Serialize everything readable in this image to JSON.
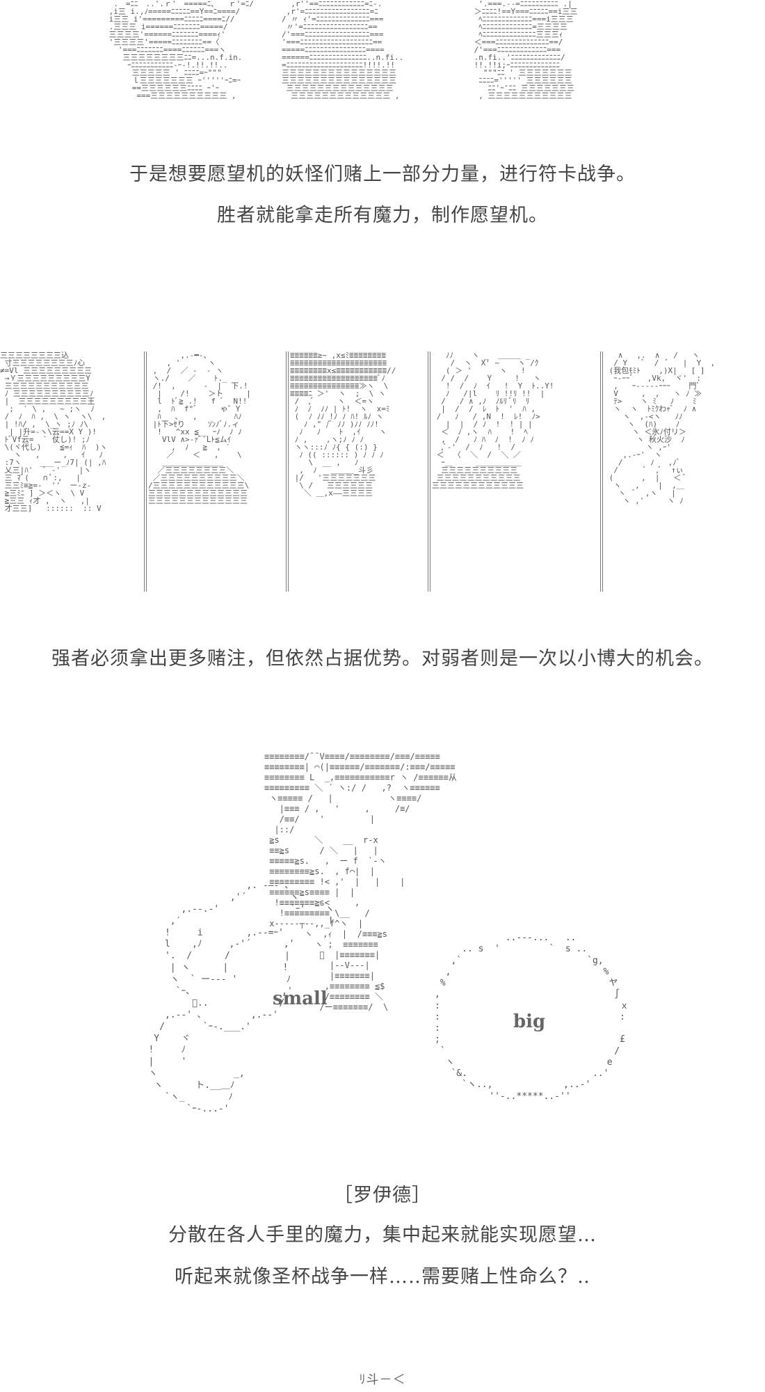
{
  "captions": {
    "line1": "于是想要愿望机的妖怪们赌上一部分力量，进行符卡战争。",
    "line2": "胜者就能拿走所有魔力，制作愿望机。",
    "line3": "强者必须拿出更多赌注，但依然占据优势。对弱者则是一次以小博大的机会。",
    "speaker": "［罗伊德］",
    "line4": "分散在各人手里的魔力，集中起来就能实现愿望…",
    "line5": "听起来就像圣杯战争一样…‥需要赌上性命么？‥"
  },
  "labels": {
    "small": "small",
    "big": "big"
  },
  "footer": {
    "text": "ﾘ斗－＜"
  },
  "ascii": {
    "top_left": "  .｀=ﾆﾆ｀..'.ｒ'￣=====ﾆ､   ｒ'=ﾆ/\n ,i三 i.,ﾉ=====ﾆﾆﾆﾆﾆ==Y==ﾆ====/\n i三三 i'=========ﾆﾆﾆﾆﾆ====ﾆ//\n .三三三 i======ﾆﾆﾆﾆﾆﾆﾆ=====/\n 三三三三'======ﾆﾆﾆﾆﾆﾆﾆ====ｨ'\n '三三三三'=====ﾆﾆﾆﾆﾆﾆﾆﾆ==〈\n   '===ﾆﾆﾆﾆﾆﾆﾆ====ﾆﾆﾆﾆﾆﾆ===ヽ\n    三三三三三三三三ﾆﾆ=...n.f.in.\n     ｰﾆﾆﾆﾆﾆﾆﾆﾆﾆﾆﾆ-ｰ-!.!!.!!..\n      三三三三三 ' ﾆﾆﾆﾆ=ｰ\"\"\"\n      ｌ三三三三三三三 ｰ'''''ｰﾆ=ｰ\n      ==三三三三三三ﾆﾆﾆﾆ ｰ'ｰ\n       ===三三三三三三三三三三 ,",
    "top_mid": "  ,r''==ﾆﾆﾆﾆﾆﾆﾆﾆﾆﾆﾆﾆ=ﾆ-.\n ,r'=ﾆﾆﾆﾆﾆﾆﾆﾆﾆﾆﾆﾆﾆﾆﾆﾆﾆ=ﾆ\n/ 〃 ｨ'=ﾆﾆﾆﾆﾆﾆﾆﾆﾆﾆﾆﾆﾆﾆ===\n 〃'=ﾆﾆﾆﾆﾆﾆﾆﾆﾆﾆﾆﾆﾆﾆﾆﾆﾆ==\n/'===ﾆﾆﾆﾆﾆﾆﾆﾆﾆﾆﾆﾆﾆﾆﾆﾆﾆ===\n'===ﾆﾆﾆﾆﾆﾆﾆﾆﾆﾆﾆﾆﾆﾆﾆﾆﾆﾆﾆ==\n=====ﾆﾆﾆﾆﾆﾆﾆﾆﾆﾆﾆﾆﾆﾆﾆﾆ====\n======ﾆﾆﾆﾆﾆﾆﾆﾆﾆﾆﾆﾆﾆﾆﾆ..n.fi..\n=ﾆﾆﾆﾆﾆﾆﾆﾆﾆﾆﾆﾆﾆﾆﾆﾆﾆﾆﾆﾆ!!!!.!!\n三三三三三三三三三三三三三三三\n三三三三三三三三三三三三三三三\n 三三三三三三三三三三三三三三\n  三三三三三三三三三三三三三 ,",
    "top_right": "  '.===.--=ﾆﾆﾆﾆﾆﾆﾆﾆﾆﾆ .|\n ＞ﾆﾆﾆﾆ!==Y===ﾆﾆﾆﾆﾆ==i三三\n  ﾍﾆﾆﾆﾆﾆﾆﾆﾆﾆﾆﾆﾆﾆ===i三三三\n  ﾍﾆﾆﾆﾆﾆﾆﾆﾆﾆﾆﾆﾆﾆ=三三三三\n  ﾍﾆﾆﾆﾆﾆﾆﾆﾆﾆﾆﾆﾆﾆﾆ三三三ｨ\n ＜===ﾆﾆﾆﾆﾆﾆﾆﾆﾆﾆﾆﾆﾆﾆ==/\n /'===ﾆﾆﾆﾆﾆﾆﾆﾆﾆﾆﾆﾆﾆ===\n .n.fi..'ﾆﾆﾆﾆﾆﾆﾆﾆﾆﾆﾆﾆﾆ/\n !!.!!i;ｰﾆﾆﾆﾆﾆﾆﾆﾆﾆﾆﾆﾆﾆ\n   \"\"\"ﾆﾆ ' 三三三三三三三\n  ﾆﾆﾆﾆ=''''' 三三三三三三\n    ﾆﾆ'ｰ'ﾆﾆ 三三三三三三三\n  , 三三三三三三三三三三三",
    "panel1": "三三三三三三三三込\n 寸三三三三三三三三ﾉ心\n≠=Vl 三三三三三三三三三\n →Ｙ三三三三三三三三三Y\n 三三三三三三三三三三三\n ﾉ 三三三三三三三三三三ﾉ\n |  三三三三三三三三三王\n  ;  ′ \\ ,   ~ ;ヽ  ﾉ\n /  ﾉ  ﾊ ,  \\ ヽ  ヽ\\  ,\n | !ﾊ/ ,  \\_ヽ ;ﾉ ﾉ\\ \n  | |升=-ヽ\\云==X Y )! \n ﾄﾞVf云=  ` 仗し)! ;ﾉ \n \\(ヾ代し)    ≦=ｨ  ﾊ  )ヽ  \n   ヽ   ,     ,   ｲ   ﾉ\n :7ヽ    ___ー_ﾉ7| (| ,ﾊ\n 乂三|ﾊ'  ` -'    |ヽ \n 三 ﾏﾞ(   ∩ ﾟ:,   |\n 三三ﾐ≡≧=-  ''  ー-z-\n ≧三ﾐﾆ ] ＞＜ヽ  \\ V\n ≧三三 ｨ才 ,  ヽ   ,|\n 才三三]   ::::::  :: V",
    "panel2": "       ,.-━-、\n    , '      ヽ\n ,  /  ／ ‐  ‐ ヽ\n ヽ./    ／    ﾄ._\n /!  ,      ‐  |  下.!\n  |    /!    ＞ト     |\n  l  ﾄﾞ≧ .!   f ﾞ  N!!\n  ,  ﾊ  f°ﾞ     ゃ゛Y \n  ﾊ   ､   ,        ﾊﾉ\n |ﾄ下>ｾり     ｿﾝﾉﾞﾉ.ィ\n  !   ^xx ≦__ ｰﾉ  ﾉ ﾉ\n   VlV ∧>-ｧﾞ′Lﾄ≦ムｲ\n     ,  ﾉ   ≧  , ′ \n    ／    ＜   ,    \\\n   ＿＿＿＿＿＿＿＿  \n  ／三三三三三三三三＼\n ／三三三三三三三三三三＼\n/三三三三三三三三三三三三\\\n三三三三三三三三三三三三三\n三三三三三三三三三三三三三",
    "panel3": "≣≣≣≣≣≣≥~ ,x≤ﾐ≣≣≣≣≣≣≣≣\n≣≣≣≣≣≣≣≣≣≣≣≣≣≣≣≣≣≣≣≣≣\n≣≣≣≣≣≣≣≣x≤≣≣≣≣≣≣≣≣≣≣≣//\n≣≣≣≣≣≣≣≣≣≣≣≣≣≣≣≣≣≣≣ﾞﾉ\n≣≣≣≣≣≣≣≣≣≣≣≣≣≣≣≫ヽ  \\\n≣≣≣≣ﾆ ＞'  ヽ  ;  \\ ヽ\n /  ,ﾞ     ヽ  ＜=ヽ \n ﾉ  ﾉ  ﾉﾉ | ﾄ!  ヽ  x=ﾐ\n (  ﾉ ﾉﾉ !ﾉ ﾉ ﾊ! ﾙﾉ ヽ\n   ﾉ ,\" /ﾞ ﾉﾉ )ﾉﾉ ﾉﾉ!\n  ﾉ   ﾉ    ﾄ  ,ｲ    ヽ\n ﾉ ,    ,ヽ;ﾉ ﾉ ﾉ      \n ヽヽ:::ﾉ ﾉ{ { (:) }  \n  ﾉ (( :::::: ) ﾉ ﾉ ﾉ\n    \\  __ ,   ﾉ \n  ,  ﾉ   ＿＿＿_斗彡 \n |/   '三三三三三三三\n  \\ /   三三三三三三\n   ＼ ＿,x――三三三三",
    "panel4": "   ﾉﾉ    ヽ _  ＿＿＿ _\n    /  ヽ  X' ~    ヽ /ｸ\n   ( ＞ '      ヽ   ! \n  / /  /    Y     !   ヽ\n   !  /  ﾉ  ｲ   !  Y  ﾄ..Y!\n   ﾉ   /|l    ﾘ !!ﾘ !!  |\n  /   / ∧ ,ﾉ  ﾉﾙﾘ ﾞﾘ  ﾘ\n  |  /  /  ﾚ  ﾄ  '  ﾊ ,\n /   ﾉ   / ,N  !  ﾚ!  ﾉ>\n   |  |  / ﾉ  !  ! | |\n  ＜  ﾉ ,ヽ  ﾊ    !  ﾍ\n  ,  /   ﾉ ﾊ  ﾉ  !  ﾉ ﾉ\n  ,ﾞ-'  /  ﾉ   !  /  \n ＜  〈  ＼  /  ＼ ／\n  ｰ＿     ＿＿＿＿＿＿ \n  三三三三三三三三三三\n 三三三三三三三三三三三\n三三三三三三三三三三三三",
    "panel5": "   ∧   ,.  ∧   /   ヽ\n  / Y   ﾞ  /  ﾞ   |  Y  ,\n (我包ﾓﾐﾄ    ,)X|   [ ]\n  ｰ-ｰｰﾞ   ,Vk,  ヾ'  :\n  ,   ｰ-----ｰｰｰ    門ﾞ\n  V     ,  ,   ヽ ﾉ ≫\n  ﾃ>    ヽ ﾐ   ﾉ    ﾐ  \n  ヽ  ヽ  ﾄﾐｸわｬﾞ  ﾉ ∧\n    ヽ  ,-<ヽ   ﾉﾉ  \n     ヽ  (ﾊ)    ﾉ   \n      ヽ ＜氷ﾉ付リ＞ \n       ヽ 秋火沙  ﾉ \n         ヽ ,ｰ'    \n    ,.-ｰ'  ヽ \n   /      ﾉ   ,ﾉﾞ\n  /      ﾞ  ,ﾞ  ↑ぃ\n (      ,  |   ＜ ﾞ\n  ヽ   ,    |  ,＿ \n   ヽ  ﾞ  ,ヽ   | \n    ヽ ,'     ヽ ﾉ",
    "bottom_char": "≡≡≡≡≡≡≡≡/¯¯V≡≡≡≡/≡≡≡≡≡≡≡≡/≡≡≡/≡≡≡≡≡\n≡≡≡≡≡≡≡≡| ⌒(|≡≡≡≡≡≡/≡≡≡≡≡≡≡/:≡≡≡/≡≡≡≡≡\n≡≡≡≡≡≡≡≡ L  _,≡≡≡≡≡≡≡≡≡≡≡r ヽ /≡≡≡≡≡≡从\n≡≡≡≡≡≡≡≡≡ ＼ ´ ヽ:/ /   ,?  ヽ≡≡≡≡≡≡\n ヽ≡≡≡≡≡ /   |           ヽ≡≡≡≡/\n   |≡≡≡ / ,   '     ,     /≡/\n   /≡≡/    '         |\n  |::/\n ≧s       ＼    __  r-x\n ≡≡≧s      / ＼   |   |\n ≡≡≡≡≡≧s.   ,  ー f  `-ヽ\n ≡≡≡≡≡≡≡≡≧s.  , f⌒|  |   \n ≡≡≡≡≡≡≡≡≡ !< ,'  |   |    |\n ≡≡≡≡≡≡≧s≡≡≡≡ |  |  \n  !≡≡≡≡≡≡≡≧s<     ,  \n   !≡≡≡≡≡≡≡≡≡ \\__   /  \n x-----┬--,,_f^ヽ  |    \n        ヽ  ,ｨ  |  /≡≡≡≧s \n          ヽ ;  ≡≡≡≡≡≡≡ \n           ﾞ  |≡≡≡≡≡≡≡|\n             |--V---| \n             |≡≡≡≡≡≡≡|\n            ,≡≡≡≡≡≡≡≡ ≦$\n            /≡≡≡≡≡≡≡≡ ＼\n           /ー≡≡≡≡≡≡≡/  \\",
    "cloud": "                     ,. -―- 、\n                  ,'´        ヽ   _\n         ,.--.‐'             `ｰ'  ｀ヽ\n       ,′                           !\n      !     i        ,.--=ｰ'  \n      l    ,ﾉ     ,-'´      ,'\n      '.  /      /          |\n       | ヽ      |          !\n       ヽ  ` ー--- '         ﾉ\n        `ｰ、                ,'\n           ﾞ..             /\n      ,.-‐' ､         ,.--'\n     /       `ｰ-.___.'\n    Y    ヾ\n   !     ﾉ\n   |     '\n   ヽ              _,\n    ヽ      ト.__＿ﾉ\n      `ヽ_        ﾉ\n          `ｰ-...-'",
    "bubble": "             ..-‐-...   .. \n     .. s  '         `  s ..\n   ,`                       `g,\n  ,                            %\n %                              ヤ\n,                                ∫\n:                                 ｘ\n:                                 :\n:                                 \n;                                 £\n `                               /\n  ヽ                            e\n   `&.                       ..'\n     `ヽ..,             ,..‐'\n          ''‐..*****..‐''"
  }
}
